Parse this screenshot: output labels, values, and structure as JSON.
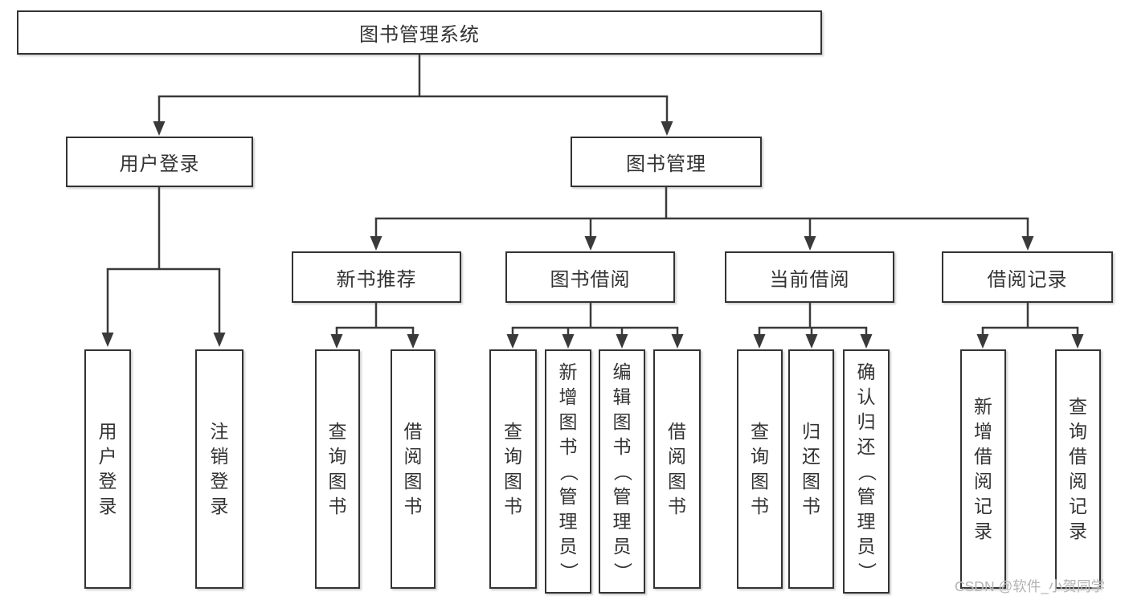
{
  "diagram": {
    "root": {
      "label": "图书管理系统"
    },
    "branches": [
      {
        "label": "用户登录",
        "children": [
          {
            "label": "用户登录"
          },
          {
            "label": "注销登录"
          }
        ]
      },
      {
        "label": "图书管理",
        "children": [
          {
            "label": "新书推荐",
            "children": [
              {
                "label": "查询图书"
              },
              {
                "label": "借阅图书"
              }
            ]
          },
          {
            "label": "图书借阅",
            "children": [
              {
                "label": "查询图书"
              },
              {
                "label": "新增图书（管理员）"
              },
              {
                "label": "编辑图书（管理员）"
              },
              {
                "label": "借阅图书"
              }
            ]
          },
          {
            "label": "当前借阅",
            "children": [
              {
                "label": "查询图书"
              },
              {
                "label": "归还图书"
              },
              {
                "label": "确认归还（管理员）"
              }
            ]
          },
          {
            "label": "借阅记录",
            "children": [
              {
                "label": "新增借阅记录"
              },
              {
                "label": "查询借阅记录"
              }
            ]
          }
        ]
      }
    ]
  },
  "watermark": {
    "text": "CSDN @软件_小贺同学"
  },
  "colors": {
    "line": "#3a3a3a",
    "box_border": "#333333",
    "text": "#333333",
    "background": "#ffffff",
    "watermark": "#b3b3b3"
  }
}
